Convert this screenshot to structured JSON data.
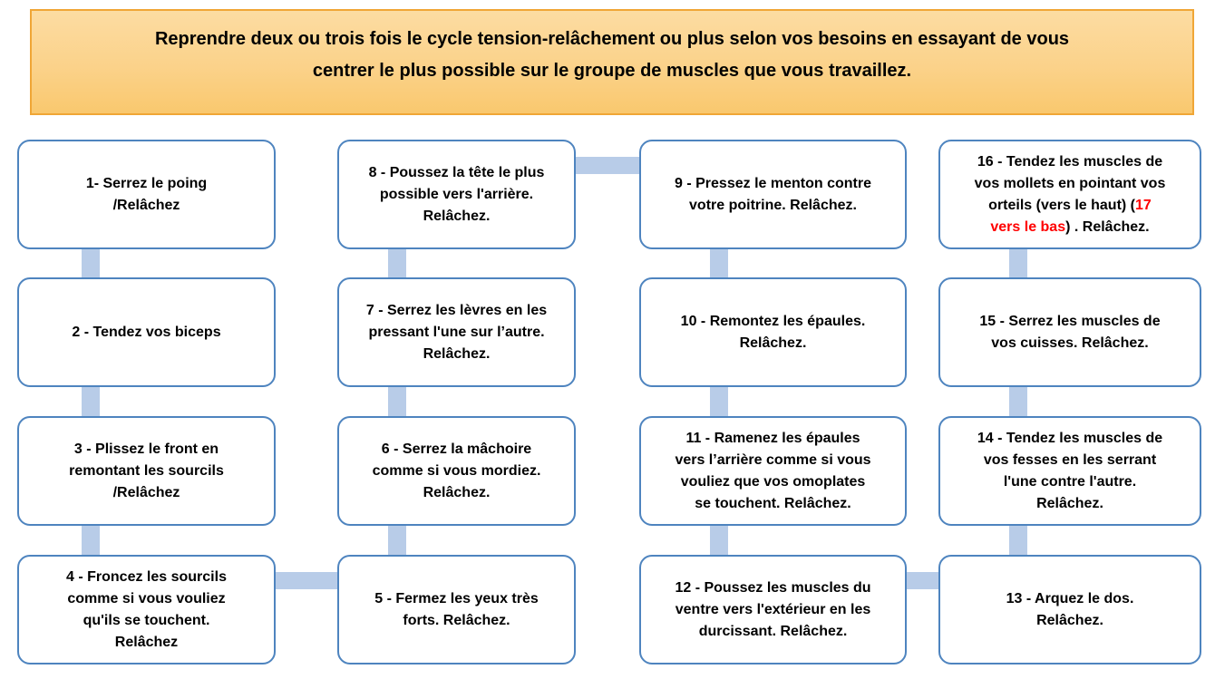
{
  "banner": {
    "text": "Reprendre deux ou trois fois le cycle tension-relâchement ou plus selon vos besoins en essayant de vous\ncentrer le plus possible sur le groupe de muscles que vous travaillez."
  },
  "colors": {
    "banner_fill_top": "#FCDCA2",
    "banner_fill_bottom": "#F9C86E",
    "banner_border": "#F0A636",
    "box_border": "#4E84BF",
    "connector_fill": "#B8CCE8",
    "text": "#000000",
    "highlight_red": "#FF0000"
  },
  "boxes": [
    {
      "id": 1,
      "text": "1- Serrez le poing\n/Relâchez"
    },
    {
      "id": 2,
      "text": "2 - Tendez vos biceps"
    },
    {
      "id": 3,
      "text": "3 - Plissez le front en\nremontant les sourcils\n/Relâchez"
    },
    {
      "id": 4,
      "text": "4 - Froncez les sourcils\ncomme si vous vouliez\nqu'ils se touchent.\nRelâchez"
    },
    {
      "id": 5,
      "text": "5 - Fermez les yeux très\nforts. Relâchez."
    },
    {
      "id": 6,
      "text": "6 - Serrez la mâchoire\ncomme si vous mordiez.\nRelâchez."
    },
    {
      "id": 7,
      "text": "7 - Serrez les lèvres en les\npressant l'une sur l’autre.\nRelâchez."
    },
    {
      "id": 8,
      "text": "8 - Poussez la tête le plus\npossible vers l'arrière.\nRelâchez."
    },
    {
      "id": 9,
      "text": "9 - Pressez le menton contre\nvotre poitrine. Relâchez."
    },
    {
      "id": 10,
      "text": "10 - Remontez les épaules.\nRelâchez."
    },
    {
      "id": 11,
      "text": "11 - Ramenez les épaules\nvers l’arrière comme si vous\nvouliez que vos omoplates\nse touchent. Relâchez."
    },
    {
      "id": 12,
      "text": "12 - Poussez les muscles du\nventre vers l'extérieur en les\ndurcissant. Relâchez."
    },
    {
      "id": 13,
      "text": "13 - Arquez le dos.\nRelâchez."
    },
    {
      "id": 14,
      "text": "14 - Tendez les muscles de\nvos fesses en les serrant\nl'une contre l'autre.\nRelâchez."
    },
    {
      "id": 15,
      "text": "15 - Serrez les muscles de\nvos cuisses. Relâchez."
    },
    {
      "id": 16,
      "parts": {
        "black_before": "16 - Tendez les muscles de\nvos mollets en pointant vos\norteils (vers le haut) (",
        "red": "17\nvers le bas",
        "black_after": ") . Relâchez."
      }
    }
  ]
}
